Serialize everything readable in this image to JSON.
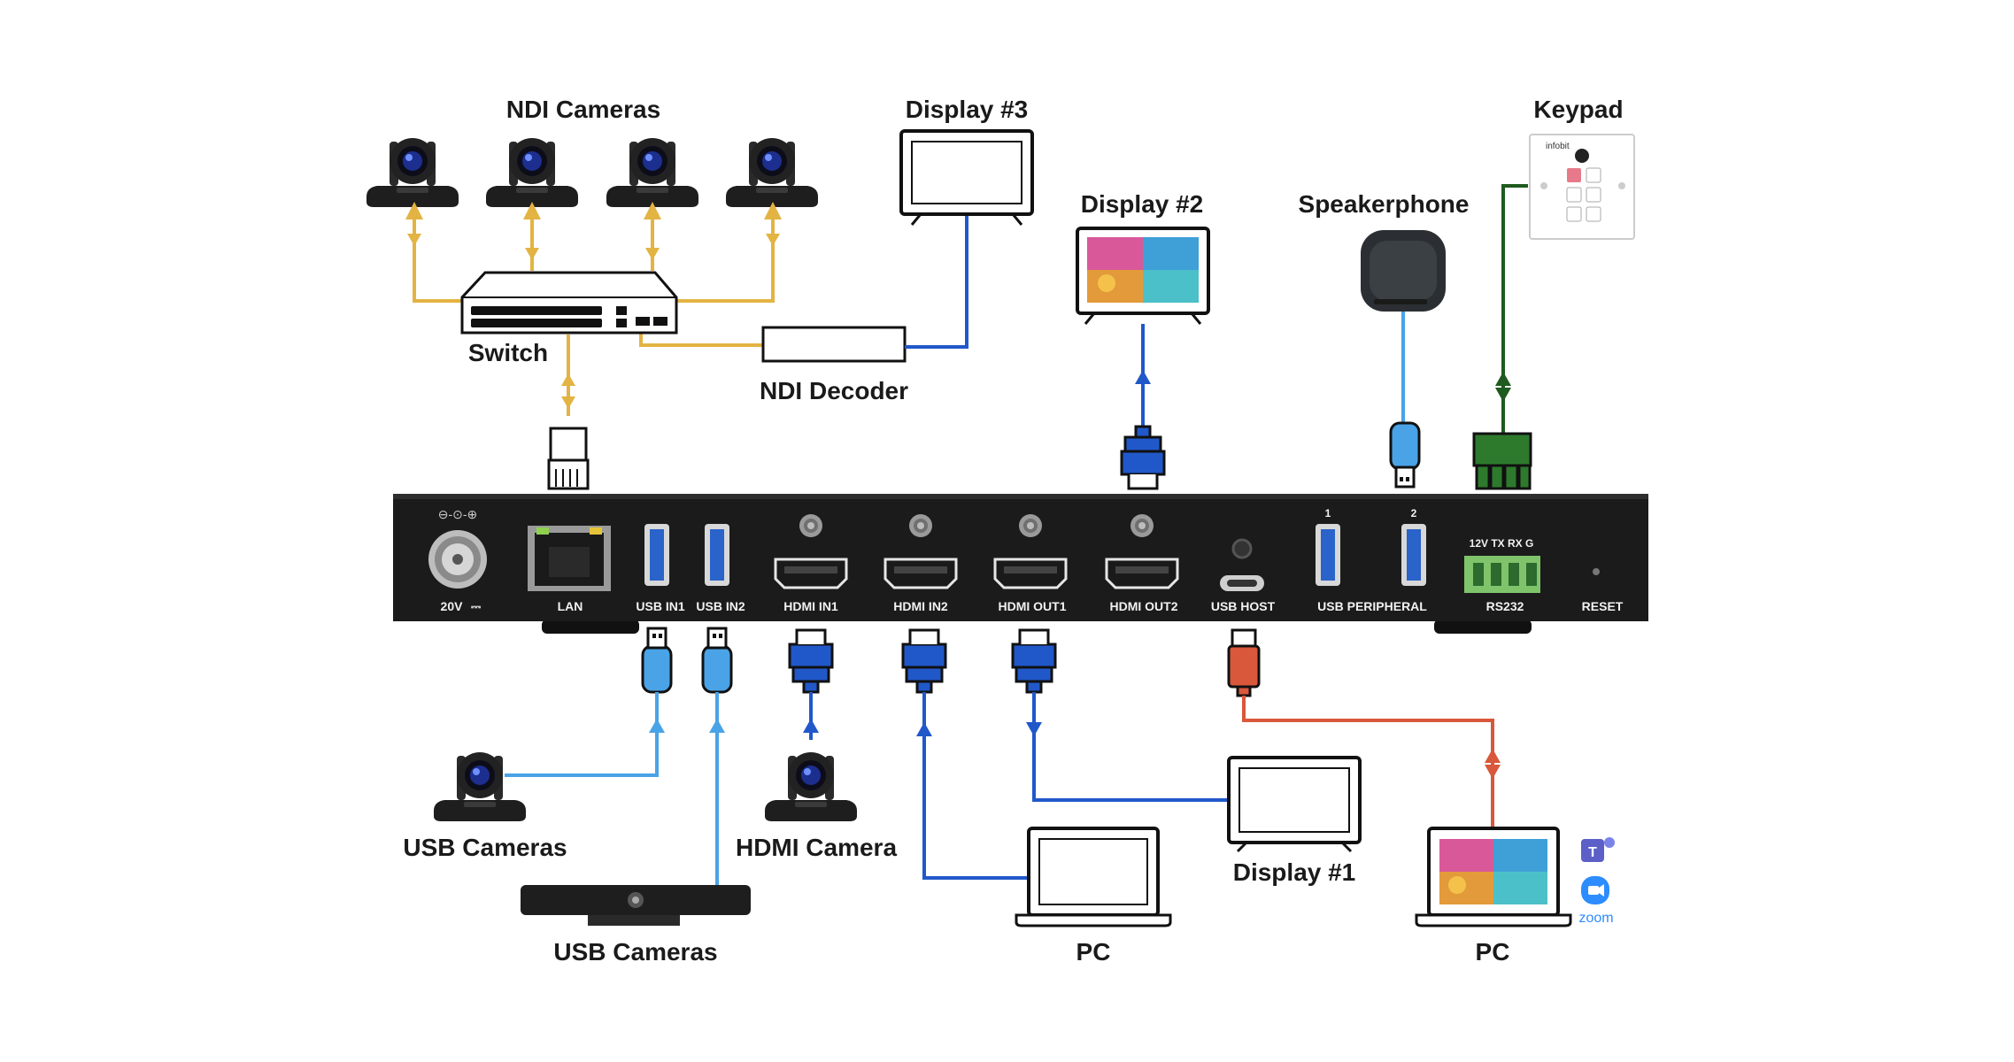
{
  "labels": {
    "ndi_cameras": "NDI Cameras",
    "display3": "Display #3",
    "keypad": "Keypad",
    "display2": "Display #2",
    "speakerphone": "Speakerphone",
    "switch": "Switch",
    "ndi_decoder": "NDI Decoder",
    "usb_cameras_1": "USB Cameras",
    "hdmi_camera": "HDMI Camera",
    "usb_cameras_2": "USB Cameras",
    "display1": "Display #1",
    "pc_1": "PC",
    "pc_2": "PC"
  },
  "ports": {
    "power": "20V",
    "lan": "LAN",
    "usb_in1": "USB IN1",
    "usb_in2": "USB IN2",
    "hdmi_in1": "HDMI IN1",
    "hdmi_in2": "HDMI IN2",
    "hdmi_out1": "HDMI OUT1",
    "hdmi_out2": "HDMI OUT2",
    "usb_host": "USB HOST",
    "usb_peripheral": "USB PERIPHERAL",
    "usb_peripheral_1": "1",
    "usb_peripheral_2": "2",
    "rs232": "RS232",
    "rs232_pins": "12V TX RX  G",
    "reset": "RESET"
  },
  "keypad_brand": "infobit",
  "zoom_text": "zoom",
  "colors": {
    "ndi": "#e3b443",
    "hdmi": "#2158c9",
    "usb": "#4aa3e6",
    "usb_host": "#d9573a",
    "rs232": "#1f5a1f",
    "device": "#1b1b1b"
  }
}
